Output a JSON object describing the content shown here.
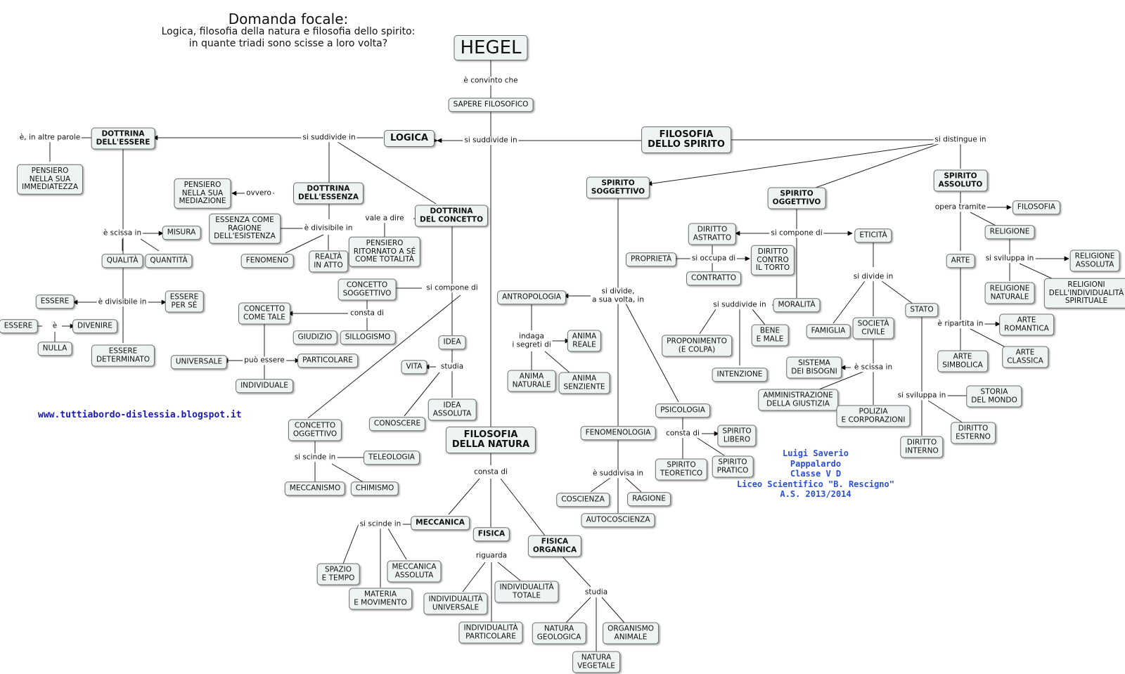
{
  "header": {
    "title": "Domanda focale:",
    "subtitle": "Logica, filosofia della natura e filosofia dello spirito:\nin quante triadi sono scisse a loro volta?"
  },
  "footer": {
    "website": "www.tuttiabordo-dislessia.blogspot.it",
    "author": "Luigi Saverio\nPappalardo\nClasse V D\nLiceo Scientifico \"B. Rescigno\"\nA.S. 2013/2014"
  },
  "colors": {
    "node_fill": "#eef3f3",
    "node_border": "#6c6c6c",
    "link_text": "#1a1ab8",
    "author_text": "#2b4fd8"
  },
  "concepts": {
    "hegel": "HEGEL",
    "sapere_filosofico": "SAPERE FILOSOFICO",
    "logica": "LOGICA",
    "filosofia_spirito": "FILOSOFIA\nDELLO SPIRITO",
    "filosofia_natura": "FILOSOFIA\nDELLA NATURA",
    "dottrina_essere": "DOTTRINA\nDELL'ESSERE",
    "pensiero_immediatezza": "PENSIERO\nNELLA SUA\nIMMEDIATEZZA",
    "misura": "MISURA",
    "qualita": "QUALITÀ",
    "quantita": "QUANTITÀ",
    "essere_1": "ESSERE",
    "essere_per_se": "ESSERE\nPER SÉ",
    "essere_2": "ESSERE",
    "divenire": "DIVENIRE",
    "nulla": "NULLA",
    "essere_determinato": "ESSERE\nDETERMINATO",
    "dottrina_essenza": "DOTTRINA\nDELL'ESSENZA",
    "pensiero_mediazione": "PENSIERO\nNELLA SUA\nMEDIAZIONE",
    "essenza_ragione": "ESSENZA COME\nRAGIONE\nDELL'ESISTENZA",
    "fenomeno": "FENOMENO",
    "realta_atto": "REALTÀ\nIN ATTO",
    "dottrina_concetto": "DOTTRINA\nDEL CONCETTO",
    "pensiero_ritornato": "PENSIERO\nRITORNATO A SÉ\nCOME TOTALITÀ",
    "concetto_soggettivo": "CONCETTO\nSOGGETTIVO",
    "concetto_come_tale": "CONCETTO\nCOME TALE",
    "giudizio": "GIUDIZIO",
    "sillogismo": "SILLOGISMO",
    "universale": "UNIVERSALE",
    "particolare": "PARTICOLARE",
    "individuale": "INDIVIDUALE",
    "idea": "IDEA",
    "vita": "VITA",
    "conoscere": "CONOSCERE",
    "idea_assoluta": "IDEA\nASSOLUTA",
    "concetto_oggettivo": "CONCETTO\nOGGETTIVO",
    "teleologia": "TELEOLOGIA",
    "meccanismo": "MECCANISMO",
    "chimismo": "CHIMISMO",
    "meccanica": "MECCANICA",
    "spazio_tempo": "SPAZIO\nE TEMPO",
    "materia_movimento": "MATERIA\nE MOVIMENTO",
    "meccanica_assoluta": "MECCANICA\nASSOLUTA",
    "fisica": "FISICA",
    "individualita_universale": "INDIVIDUALITÀ\nUNIVERSALE",
    "individualita_totale": "INDIVIDUALITÀ\nTOTALE",
    "individualita_particolare": "INDIVIDUALITÀ\nPARTICOLARE",
    "fisica_organica": "FISICA\nORGANICA",
    "natura_geologica": "NATURA\nGEOLOGICA",
    "natura_vegetale": "NATURA\nVEGETALE",
    "organismo_animale": "ORGANISMO\nANIMALE",
    "spirito_soggettivo": "SPIRITO\nSOGGETTIVO",
    "antropologia": "ANTROPOLOGIA",
    "anima_reale": "ANIMA\nREALE",
    "anima_naturale": "ANIMA\nNATURALE",
    "anima_senziente": "ANIMA\nSENZIENTE",
    "fenomenologia": "FENOMENOLOGIA",
    "coscienza": "COSCIENZA",
    "ragione": "RAGIONE",
    "autocoscienza": "AUTOCOSCIENZA",
    "psicologia": "PSICOLOGIA",
    "spirito_libero": "SPIRITO\nLIBERO",
    "spirito_teoretico": "SPIRITO\nTEORETICO",
    "spirito_pratico": "SPIRITO\nPRATICO",
    "spirito_oggettivo": "SPIRITO\nOGGETTIVO",
    "diritto_astratto": "DIRITTO\nASTRATTO",
    "proprieta": "PROPRIETÀ",
    "contratto": "CONTRATTO",
    "diritto_torto": "DIRITTO\nCONTRO\nIL TORTO",
    "eticita": "ETICITÀ",
    "moralita": "MORALITÀ",
    "proponimento": "PROPONIMENTO\n(E COLPA)",
    "intenzione": "INTENZIONE",
    "bene_male": "BENE\nE MALE",
    "famiglia": "FAMIGLIA",
    "societa_civile": "SOCIETÀ\nCIVILE",
    "stato": "STATO",
    "sistema_bisogni": "SISTEMA\nDEI BISOGNI",
    "amministrazione_giustizia": "AMMINISTRAZIONE\nDELLA GIUSTIZIA",
    "polizia_corporazioni": "POLIZIA\nE CORPORAZIONI",
    "storia_mondo": "STORIA\nDEL MONDO",
    "diritto_interno": "DIRITTO\nINTERNO",
    "diritto_esterno": "DIRITTO\nESTERNO",
    "spirito_assoluto": "SPIRITO\nASSOLUTO",
    "filosofia": "FILOSOFIA",
    "religione": "RELIGIONE",
    "religione_assoluta": "RELIGIONE\nASSOLUTA",
    "religione_naturale": "RELIGIONE\nNATURALE",
    "religioni_individualita": "RELIGIONI\nDELL'INDIVIDUALITÀ\nSPIRITUALE",
    "arte": "ARTE",
    "arte_romantica": "ARTE\nROMANTICA",
    "arte_simbolica": "ARTE\nSIMBOLICA",
    "arte_classica": "ARTE\nCLASSICA"
  },
  "links": {
    "convinto": "è convinto che",
    "suddivide_main": "si suddivide in",
    "suddivide_logica": "si suddivide in",
    "altre_parole": "è, in altre parole",
    "scissa": "è scissa in",
    "divisibile_essere": "è divisibile in",
    "e": "è",
    "ovvero": "ovvero",
    "divisibile_essenza": "è divisibile in",
    "vale_dire": "vale a dire",
    "compone_concetto": "si compone di",
    "consta_concetto": "consta di",
    "puo_essere": "può essere",
    "studia_idea": "studia",
    "scinde_oggettivo": "si scinde in",
    "consta_natura": "consta di",
    "scinde_meccanica": "si scinde in",
    "riguarda": "riguarda",
    "studia_organica": "studia",
    "distingue": "si distingue in",
    "divide_soggettivo": "si divide,\na sua volta, in",
    "indaga": "indaga\ni segreti di",
    "suddivisa": "è suddivisa in",
    "consta_psicologia": "consta di",
    "compone_oggettivo": "si compone di",
    "occupa": "si occupa di",
    "suddivide_moralita": "si suddivide in",
    "divide_eticita": "si divide in",
    "scissa_societa": "è scissa in",
    "sviluppa_stato": "si sviluppa in",
    "opera_tramite": "opera tramite",
    "sviluppa_religione": "si sviluppa in",
    "ripartita": "è ripartita in"
  }
}
